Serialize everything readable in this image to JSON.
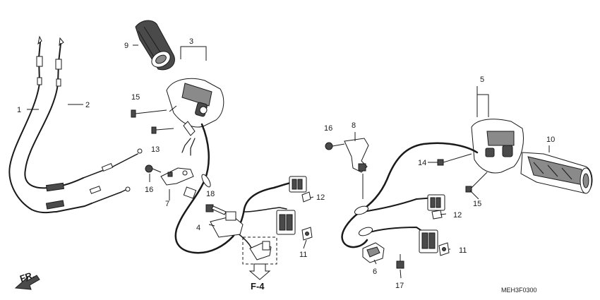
{
  "diagram": {
    "callouts": {
      "c1": "1",
      "c2": "2",
      "c3": "3",
      "c4": "4",
      "c5": "5",
      "c6": "6",
      "c7": "7",
      "c8": "8",
      "c9": "9",
      "c10": "10",
      "c11a": "11",
      "c11b": "11",
      "c12a": "12",
      "c12b": "12",
      "c13": "13",
      "c14": "14",
      "c15a": "15",
      "c15b": "15",
      "c16a": "16",
      "c16b": "16",
      "c17": "17",
      "c18": "18"
    },
    "front_marker": "FR.",
    "section_ref": "F-4",
    "drawing_code": "MEH3F0300"
  }
}
